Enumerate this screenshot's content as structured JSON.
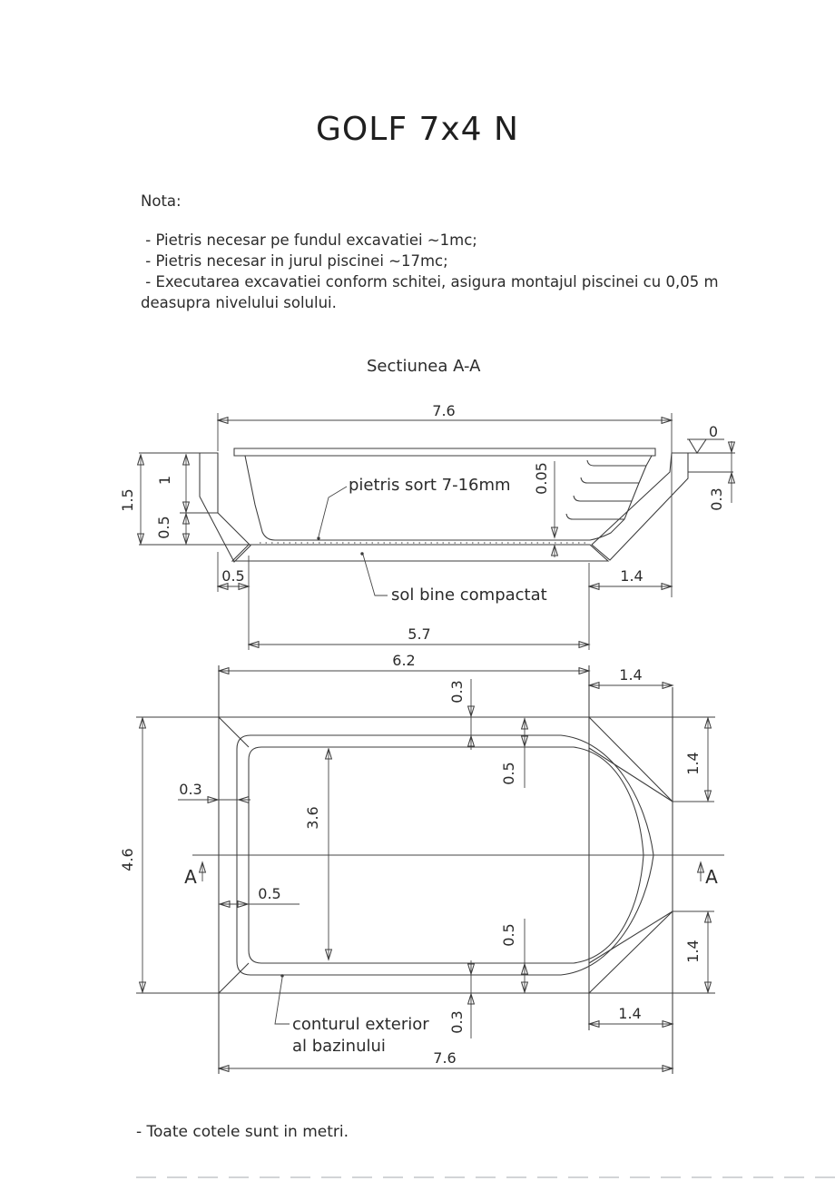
{
  "page": {
    "title": "GOLF 7x4 N",
    "footer_note": "- Toate cotele sunt in metri."
  },
  "notes": {
    "heading": "Nota:",
    "lines": [
      " - Pietris necesar pe fundul excavatiei ~1mc;",
      " - Pietris necesar in jurul piscinei ~17mc;",
      " - Executarea excavatiei conform schitei, asigura montajul piscinei cu 0,05 m deasupra nivelului solului."
    ]
  },
  "section": {
    "title": "Sectiunea A-A",
    "datum_label": "0",
    "gravel_label": "pietris sort 7-16mm",
    "soil_label": "sol bine compactat",
    "dims": {
      "total_width": "7.6",
      "total_depth": "1.5",
      "upper_depth": "1",
      "lower_depth": "0.5",
      "gravel_thickness": "0.05",
      "right_edge_depth": "0.3",
      "left_slope_run": "0.5",
      "right_slope_run": "1.4",
      "bottom_width": "5.7"
    }
  },
  "plan": {
    "outline_label_line1": "conturul exterior",
    "outline_label_line2": "al bazinului",
    "section_marker_left": "A",
    "section_marker_right": "A",
    "dims": {
      "top_width": "6.2",
      "top_right_width": "1.4",
      "lip_offset_top": "0.3",
      "wall_offset_top": "0.5",
      "lip_offset_left": "0.3",
      "wall_offset_left": "0.5",
      "pool_inner_width": "3.6",
      "total_height": "4.6",
      "wall_offset_bottom": "0.5",
      "lip_offset_bottom": "0.3",
      "right_top_height": "1.4",
      "right_bottom_height": "1.4",
      "bottom_right_width": "1.4",
      "bottom_width": "7.6"
    }
  }
}
